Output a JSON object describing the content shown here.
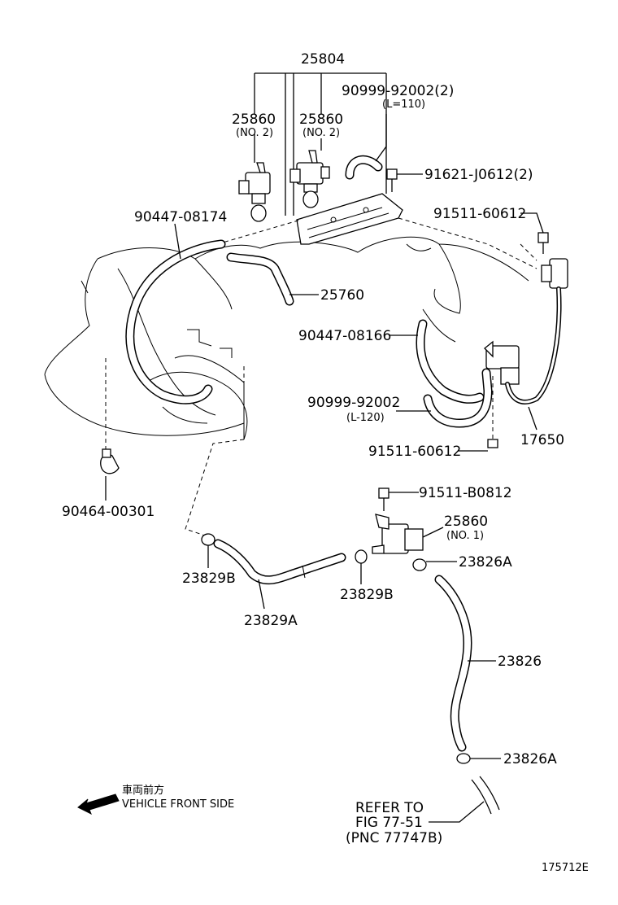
{
  "callouts": {
    "p25804": "25804",
    "p25860_a": "25860",
    "p25860_a_sub": "(NO. 2)",
    "p25860_b": "25860",
    "p25860_b_sub": "(NO. 2)",
    "p90999_92002_2": "90999-92002(2)",
    "p90999_92002_2_sub": "(L=110)",
    "p91621": "91621-J0612(2)",
    "p91511_60612_top": "91511-60612",
    "p90447_08174": "90447-08174",
    "p25760": "25760",
    "p90447_08166": "90447-08166",
    "p90999_92002": "90999-92002",
    "p90999_92002_sub": "(L-120)",
    "p17650": "17650",
    "p91511_60612_bot": "91511-60612",
    "p90464_00301": "90464-00301",
    "p91511_B0812": "91511-B0812",
    "p25860_c": "25860",
    "p25860_c_sub": "(NO. 1)",
    "p23826A_top": "23826A",
    "p23829B_left": "23829B",
    "p23829B_right": "23829B",
    "p23829A": "23829A",
    "p23826": "23826",
    "p23826A_bot": "23826A"
  },
  "refer": {
    "line1": "REFER TO",
    "line2": "FIG 77-51",
    "line3": "(PNC 77747B)"
  },
  "front_arrow": {
    "japanese": "車両前方",
    "english": "VEHICLE FRONT SIDE"
  },
  "figure_id": "175712E"
}
